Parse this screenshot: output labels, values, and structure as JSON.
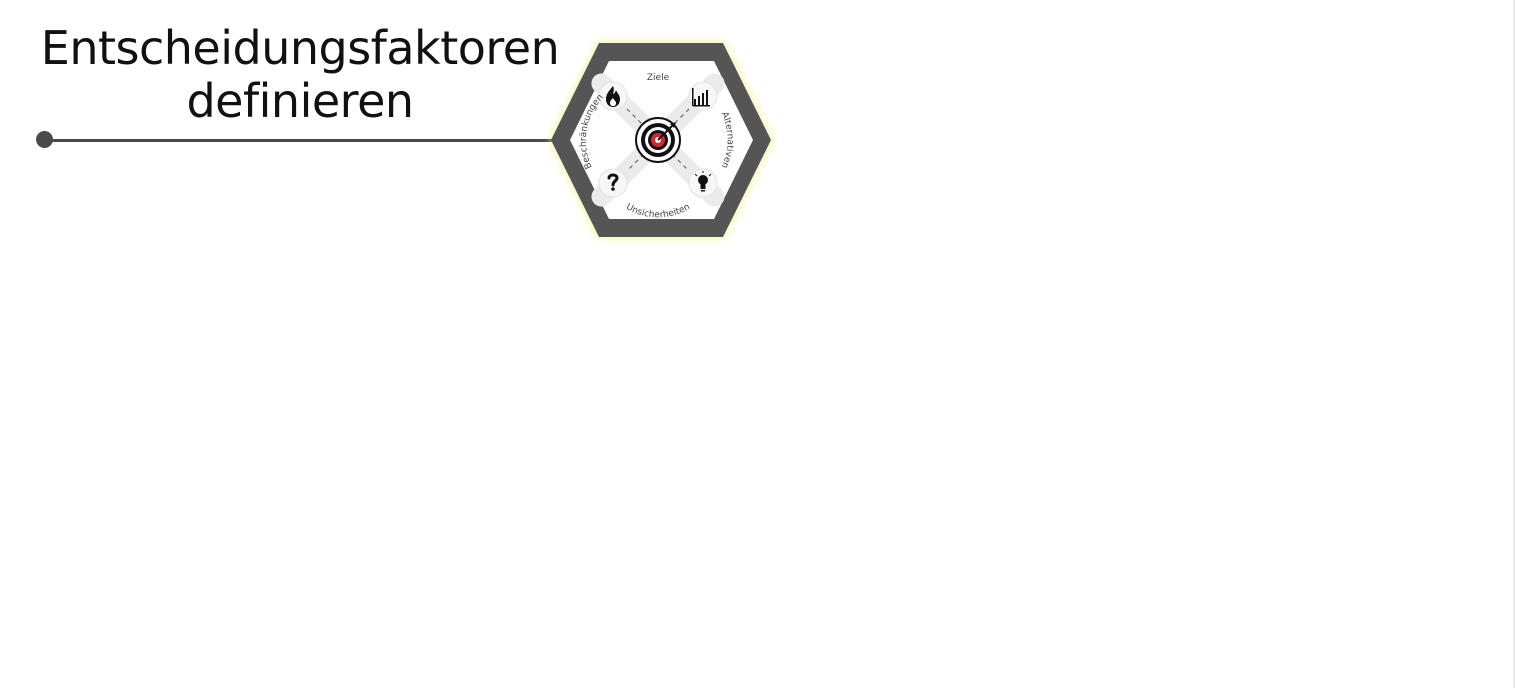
{
  "title": {
    "line1": "Entscheidungsfaktoren",
    "line2": "definieren"
  },
  "hexagon": {
    "labels": {
      "top": "Ziele",
      "right": "Alternativen",
      "bottom": "Unsicherheiten",
      "left": "Beschränkungen"
    },
    "icons": {
      "center": "target-icon",
      "top_left": "fire-icon",
      "top_right": "bar-chart-icon",
      "bottom_left": "question-mark-icon",
      "bottom_right": "lightbulb-icon"
    },
    "colors": {
      "frame": "#555555",
      "glow": "#f5f27a",
      "target_red": "#d9262c"
    }
  }
}
